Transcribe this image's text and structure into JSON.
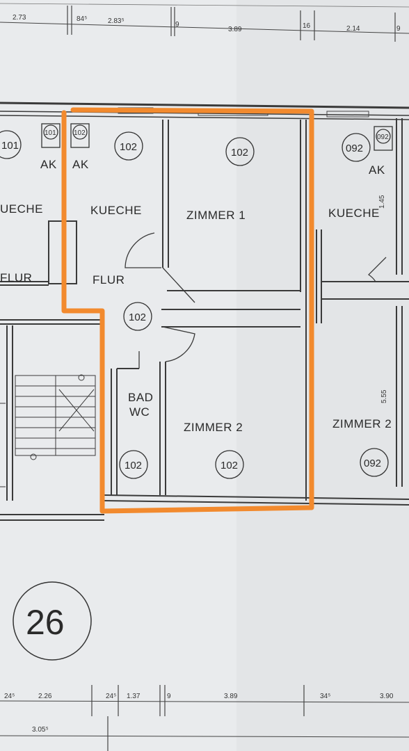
{
  "plan": {
    "sheet_number": "26",
    "highlight_color": "#f28a2e",
    "ink_color": "#333333",
    "paper_color": "#e9ebed",
    "rooms": {
      "kueche_left": "UECHE",
      "flur_left": "FLUR",
      "kueche": "KUECHE",
      "flur": "FLUR",
      "zimmer1": "ZIMMER 1",
      "zimmer2": "ZIMMER 2",
      "bad": "BAD",
      "wc": "WC",
      "kueche_right": "KUECHE",
      "zimmer2_right": "ZIMMER 2"
    },
    "unit_markers": {
      "left_101": "101",
      "ak_101": "101",
      "ak_102": "102",
      "kueche": "102",
      "zimmer1": "102",
      "flur": "102",
      "bad": "102",
      "zimmer2": "102",
      "right_092": "092",
      "ak_092": "092",
      "zimmer2_right": "092"
    },
    "ak_labels": [
      "AK",
      "AK",
      "AK"
    ],
    "dimensions_top": [
      "2.73",
      "84⁵",
      "2.83⁵",
      "9",
      "3.89",
      "16",
      "2.14",
      "9"
    ],
    "dimensions_bottom": [
      "24⁵",
      "2.26",
      "24⁵",
      "1.37",
      "9",
      "3.89",
      "34⁵",
      "3.90",
      "3.05⁵"
    ],
    "side_dimensions": [
      "1.45",
      "5.55"
    ]
  }
}
